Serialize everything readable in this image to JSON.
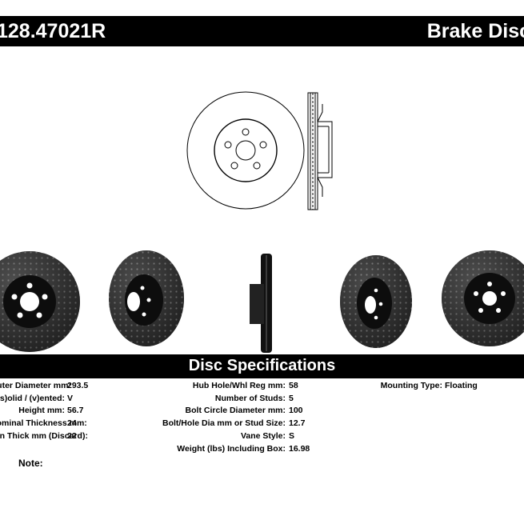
{
  "header": {
    "part_number": "128.47021R",
    "product_name": "Brake Disc"
  },
  "specs": {
    "title": "Disc Specifications",
    "col1": [
      {
        "label": "Outer Diameter mm:",
        "value": "293.5"
      },
      {
        "label": "(s)olid / (v)ented:",
        "value": "V"
      },
      {
        "label": "Height mm:",
        "value": "56.7"
      },
      {
        "label": "Nominal Thickness mm:",
        "value": "24"
      },
      {
        "label": "Min Thick mm (Discard):",
        "value": "22"
      }
    ],
    "col2": [
      {
        "label": "Hub Hole/Whl Reg mm:",
        "value": "58"
      },
      {
        "label": "Number of Studs:",
        "value": "5"
      },
      {
        "label": "Bolt Circle Diameter mm:",
        "value": "100"
      },
      {
        "label": "Bolt/Hole Dia mm or Stud Size:",
        "value": "12.7"
      },
      {
        "label": "Vane Style:",
        "value": "S"
      },
      {
        "label": "Weight (lbs) Including Box:",
        "value": "16.98"
      }
    ],
    "col3": [
      {
        "label": "Mounting Type:",
        "value": "Floating"
      }
    ]
  },
  "note": {
    "label": "Note:"
  }
}
